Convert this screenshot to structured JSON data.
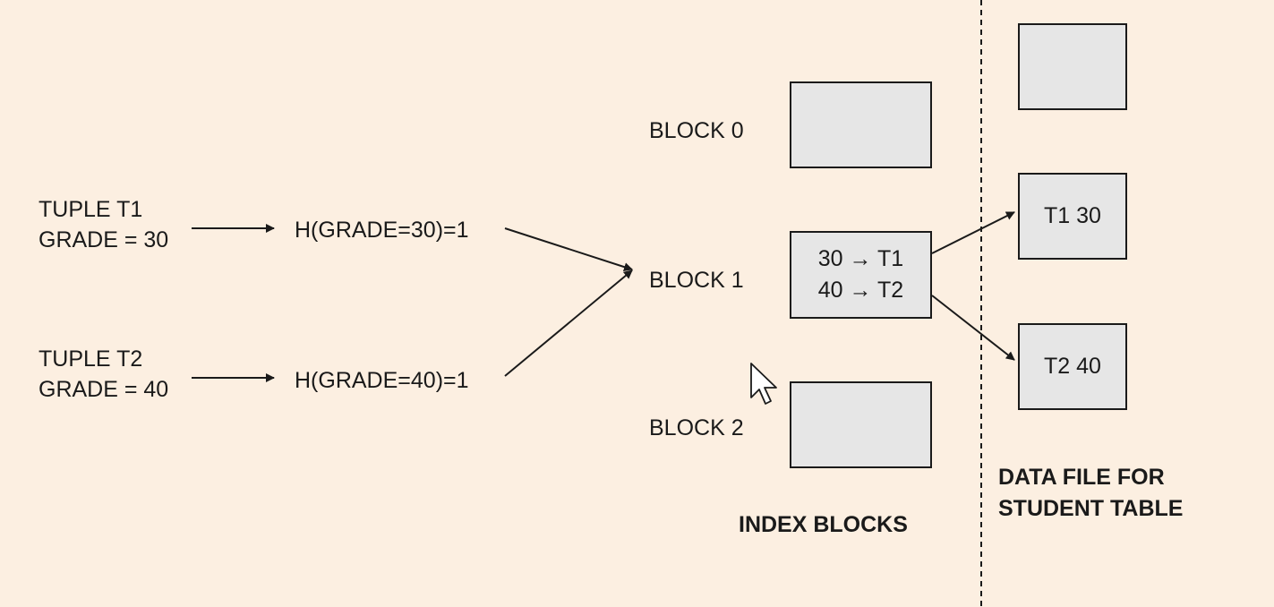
{
  "tuples": [
    {
      "name": "TUPLE T1",
      "grade": "GRADE = 30",
      "hash": "H(GRADE=30)=1"
    },
    {
      "name": "TUPLE T2",
      "grade": "GRADE = 40",
      "hash": "H(GRADE=40)=1"
    }
  ],
  "index_blocks": {
    "labels": [
      "BLOCK 0",
      "BLOCK 1",
      "BLOCK 2"
    ],
    "block1_entries": [
      "30 → T1",
      "40 → T2"
    ],
    "caption": "INDEX BLOCKS"
  },
  "data_file": {
    "records": [
      "T1 30",
      "T2 40"
    ],
    "caption_line1": "DATA FILE FOR",
    "caption_line2": "STUDENT TABLE"
  }
}
